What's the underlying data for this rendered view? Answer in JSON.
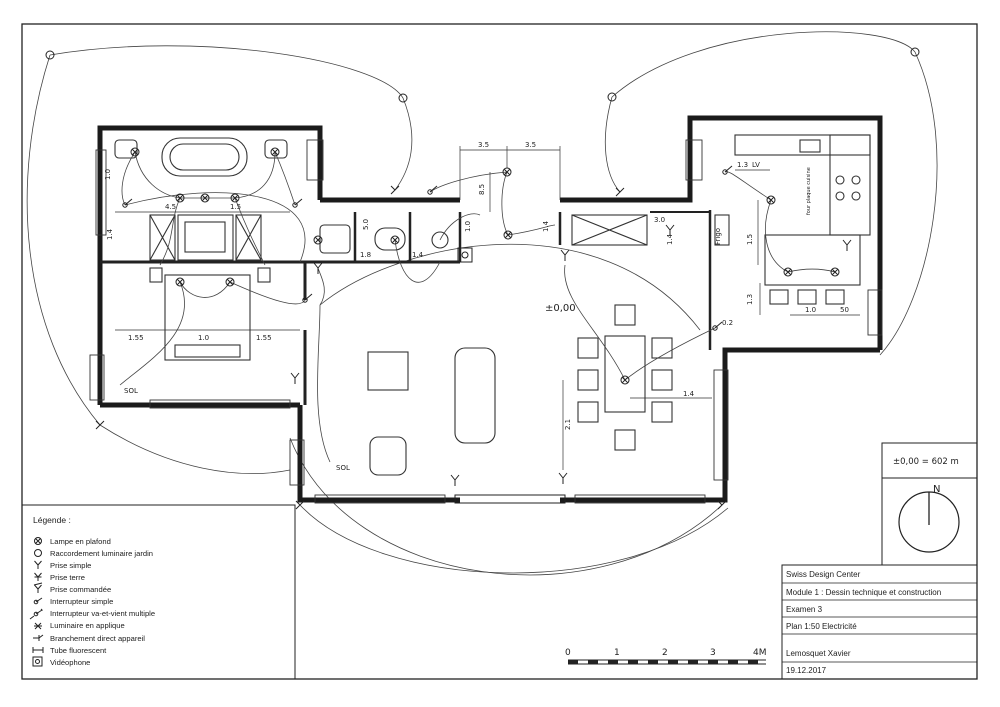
{
  "plan": {
    "level_mark": "±0,00",
    "dims": [
      "3.5",
      "3.5",
      "8.5",
      "1.0",
      "4.5",
      "1.5",
      "5.0",
      "1.8",
      "1.4",
      "1.0",
      "1.4",
      "3.0",
      "1.4",
      "1.3",
      "LV",
      "Frigo",
      "1.5",
      "1.3",
      "1.0",
      "50",
      "0.2",
      "1.4",
      "1.55",
      "1.0",
      "1.55",
      "2.1",
      "1.4"
    ],
    "sol_labels": [
      "SOL",
      "SOL"
    ],
    "kitchen_note": "four plaque cuisine"
  },
  "legend": {
    "title": "Légende :",
    "items": [
      {
        "icon": "ceiling-lamp-icon",
        "label": "Lampe en plafond"
      },
      {
        "icon": "garden-luminaire-icon",
        "label": "Raccordement luminaire jardin"
      },
      {
        "icon": "simple-outlet-icon",
        "label": "Prise simple"
      },
      {
        "icon": "earth-outlet-icon",
        "label": "Prise terre"
      },
      {
        "icon": "switched-outlet-icon",
        "label": "Prise commandée"
      },
      {
        "icon": "simple-switch-icon",
        "label": "Interrupteur simple"
      },
      {
        "icon": "two-way-switch-icon",
        "label": "Interrupteur va-et-vient multiple"
      },
      {
        "icon": "wall-lamp-icon",
        "label": "Luminaire en applique"
      },
      {
        "icon": "direct-connection-icon",
        "label": "Branchement direct appareil"
      },
      {
        "icon": "fluorescent-tube-icon",
        "label": "Tube fluorescent"
      },
      {
        "icon": "video-intercom-icon",
        "label": "Vidéophone"
      }
    ]
  },
  "altitude": "±0,00 = 602 m",
  "north_label": "N",
  "title_block": {
    "school": "Swiss Design Center",
    "module": "Module 1 : Dessin technique et construction",
    "exam": "Examen 3",
    "plan": "Plan 1:50 Electricité",
    "author": "Lemosquet Xavier",
    "date": "19.12.2017"
  },
  "scale_bar": {
    "ticks": [
      "0",
      "1",
      "2",
      "3",
      "4M"
    ]
  }
}
